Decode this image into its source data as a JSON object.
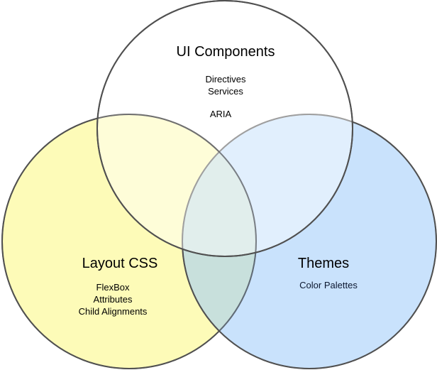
{
  "diagram": {
    "type": "venn",
    "sets": [
      {
        "id": "ui-components",
        "title": "UI Components",
        "items": [
          "Directives",
          "Services",
          "ARIA"
        ],
        "fill": "#ffffff"
      },
      {
        "id": "layout-css",
        "title": "Layout CSS",
        "items": [
          "FlexBox",
          "Attributes",
          "Child Alignments"
        ],
        "fill": "#fdfbb4"
      },
      {
        "id": "themes",
        "title": "Themes",
        "items": [
          "Color Palettes"
        ],
        "fill": "#9ccaf9"
      }
    ],
    "stroke": "#505050"
  }
}
